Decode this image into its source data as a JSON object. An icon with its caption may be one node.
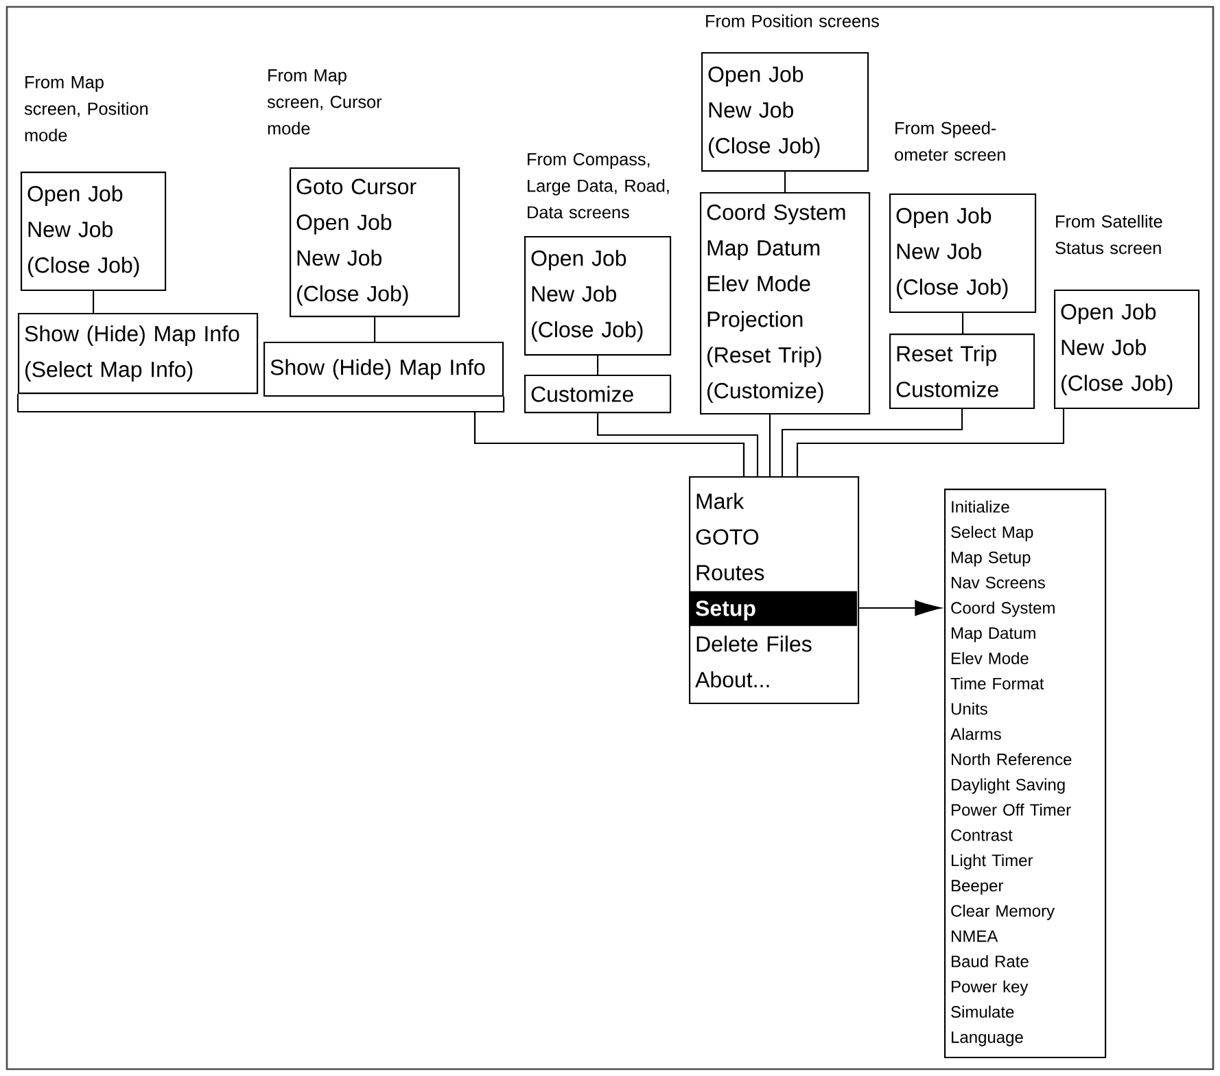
{
  "diagram": {
    "nodes": [
      {
        "text": [
          "From Map screen, Position mode",
          "Open Job",
          "New Job",
          "(Close Job)"
        ]
      },
      {
        "text": [
          "Show (Hide) Map Info",
          "(Select Map Info)"
        ]
      },
      {
        "text": [
          "From Map screen, Cursor mode",
          "Goto Cursor",
          "Open Job",
          "New Job",
          "(Close Job)"
        ]
      },
      {
        "text": [
          "Show (Hide) Map Info"
        ]
      },
      {
        "text": [
          "From Compass, Large Data, Road, Data screens",
          "Open Job",
          "New Job",
          "(Close Job)"
        ]
      },
      {
        "text": [
          "Customize"
        ]
      },
      {
        "text": [
          "From Position screens",
          "Open Job",
          "New Job",
          "(Close Job)"
        ]
      },
      {
        "text": [
          "Coord System",
          "Map Datum",
          "Elev Mode",
          "Projection",
          "(Reset Trip)",
          "(Customize)"
        ]
      },
      {
        "text": [
          "From Speed-ometer screen",
          "Open Job",
          "New Job",
          "(Close Job)"
        ]
      },
      {
        "text": [
          "Reset Trip",
          "Customize"
        ]
      },
      {
        "text": [
          "From Satellite Status screen",
          "Open Job",
          "New Job",
          "(Close Job)"
        ]
      },
      {
        "text": [
          "Mark",
          "GOTO",
          "Routes",
          "Setup",
          "Delete Files",
          "About..."
        ]
      },
      {
        "text": [
          "Initialize",
          "Select Map",
          "Map Setup",
          "Nav Screens",
          "Coord System",
          "Map Datum",
          "Elev Mode",
          "Time Format",
          "Units",
          "Alarms",
          "North Reference",
          "Daylight Saving",
          "Power Off Timer",
          "Contrast",
          "Light Timer",
          "Beeper",
          "Clear Memory",
          "NMEA",
          "Baud Rate",
          "Power key",
          "Simulate",
          "Language"
        ]
      }
    ],
    "edges": [
      {
        "from": 0,
        "to": 1,
        "arrow": "none"
      },
      {
        "from": 2,
        "to": 3,
        "arrow": "none"
      },
      {
        "from": 4,
        "to": 5,
        "arrow": "none"
      },
      {
        "from": 6,
        "to": 7,
        "arrow": "none"
      },
      {
        "from": 8,
        "to": 9,
        "arrow": "none"
      },
      {
        "from": 1,
        "to": 11,
        "arrow": "none"
      },
      {
        "from": 3,
        "to": 11,
        "arrow": "none"
      },
      {
        "from": 5,
        "to": 11,
        "arrow": "none"
      },
      {
        "from": 7,
        "to": 11,
        "arrow": "none"
      },
      {
        "from": 9,
        "to": 11,
        "arrow": "none"
      },
      {
        "from": 10,
        "to": 11,
        "arrow": "none"
      },
      {
        "from": 11,
        "to": 12,
        "arrow": "to"
      }
    ]
  }
}
